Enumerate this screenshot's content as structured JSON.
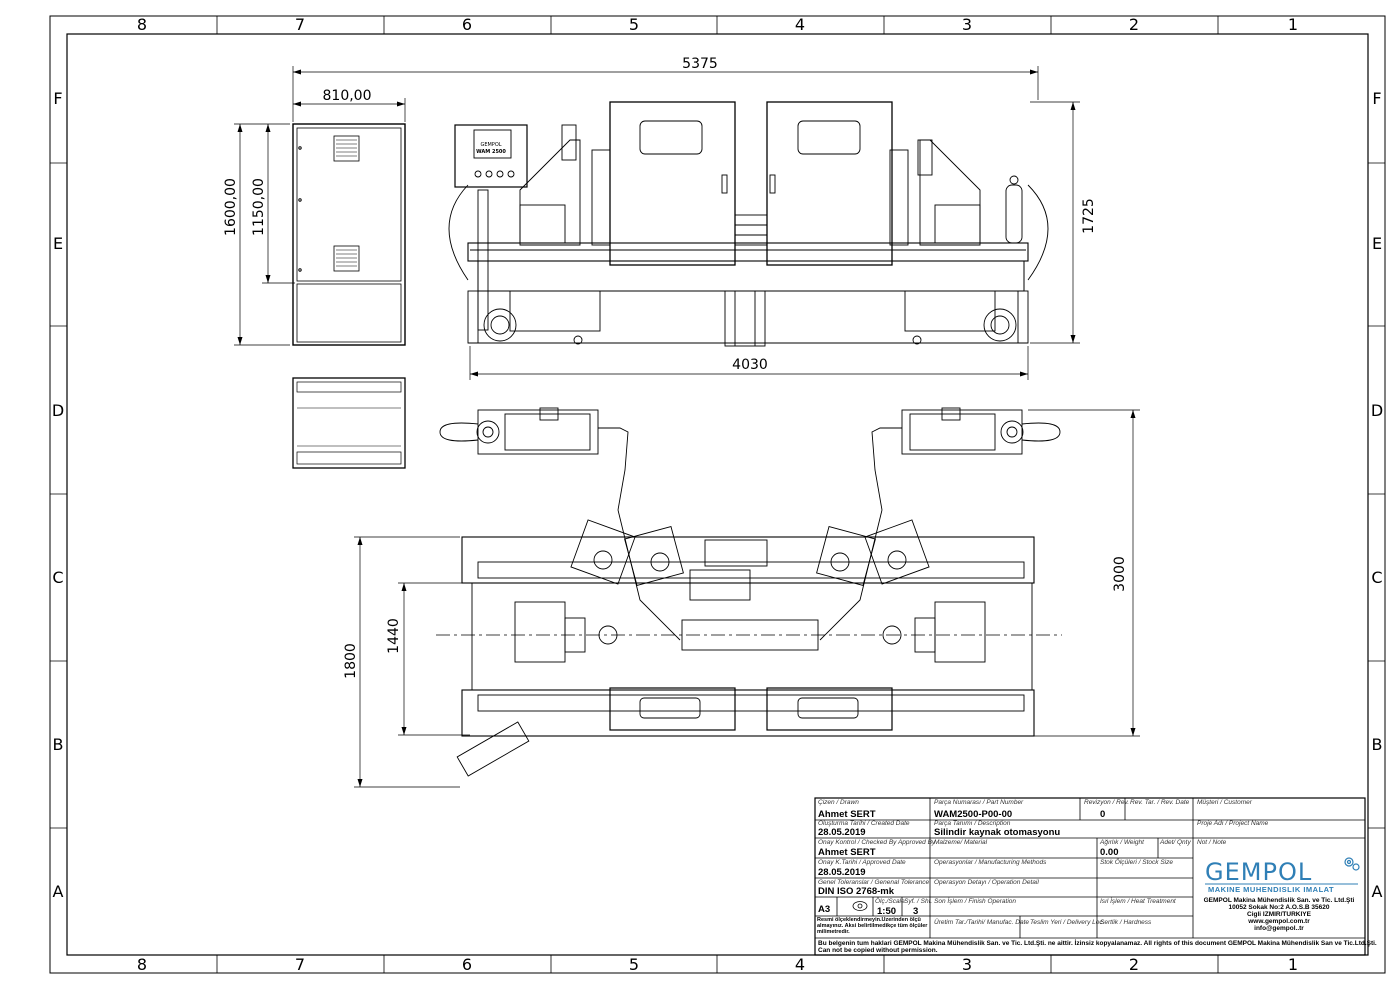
{
  "zones": {
    "cols": [
      "8",
      "7",
      "6",
      "5",
      "4",
      "3",
      "2",
      "1"
    ],
    "rows": [
      "F",
      "E",
      "D",
      "C",
      "B",
      "A"
    ]
  },
  "dimensions": {
    "overall_length": "5375",
    "cabinet_width": "810,00",
    "cabinet_height": "1600,00",
    "cabinet_inner_height": "1150,00",
    "machine_height": "1725",
    "base_length": "4030",
    "plan_depth": "3000",
    "plan_outer": "1800",
    "plan_inner": "1440"
  },
  "panel": {
    "brand": "GEMPOL",
    "model": "WAM 2500"
  },
  "title_block": {
    "drawn_label": "Çizen / Drawn",
    "drawn_value": "Ahmet SERT",
    "created_label": "Oluşturma Tarihi / Created Date",
    "created_value": "28.05.2019",
    "checked_label": "Onay Kontrol / Checked By Approved By",
    "checked_value": "Ahmet SERT",
    "approved_date_label": "Onay K.Tarihi / Approved Date",
    "approved_date_value": "28.05.2019",
    "tolerance_label": "Genel Toleranslar / Genenal Tolerance",
    "tolerance_value": "DIN ISO 2768-mk",
    "paper_size": "A3",
    "scale_label": "Ölç./Scale",
    "scale_value": "1:50",
    "sheet_label": "Syf. / Sht.",
    "sheet_value": "3",
    "note_label": "Resmi ölçeklendirmeyin.Üzerinden ölçü almayınız. Aksi belirtilmedikçe tüm ölçüler milimetredir.",
    "part_no_label": "Parça Numarası / Part Number",
    "part_no_value": "WAM2500-P00-00",
    "revision_label": "Revizyon / Rev.",
    "revision_value": "0",
    "rev_date_label": "Rev. Tar. / Rev. Date",
    "customer_label": "Müşteri / Customer",
    "description_label": "Parça Tanımı / Description",
    "description_value": "Silindir kaynak otomasyonu",
    "project_label": "Proje Adı / Project Name",
    "material_label": "Malzeme/ Material",
    "weight_label": "Ağırlık / Weight",
    "weight_value": "0.00",
    "qty_label": "Adet/ Qnty",
    "note2_label": "Not / Note",
    "manufacturing_label": "Operasyonlar / Manufacturing Methods",
    "stock_label": "Stok Ölçüleri / Stock Size",
    "operation_label": "Operasyon Detayı / Operation Detail",
    "heat_label": "Isıl İşlem / Heat Treatment",
    "finish_label": "Son İşlem / Finish Operation",
    "hardness_label": "Sertlik / Hardness",
    "manuf_date_label": "Üretim Tar./Tarihi/ Manufac. Date",
    "delivery_label": "Teslim Yeri / Delivery Loc.",
    "company_name": "GEMPOL Makina Mühendislik San. ve Tic. Ltd.Şti",
    "company_addr1": "10052 Sokak No:2 A.O.S.B 35620",
    "company_addr2": "Cigli   IZMIR/TURKIYE",
    "company_web": "www.gempol.com.tr",
    "company_mail": "info@gempol..tr",
    "logo_text": "GEMPOL",
    "logo_sub": "MAKINE MUHENDISLIK IMALAT",
    "footer_tr": "Bu belgenin tum haklari GEMPOL Makina Mühendislik San. ve Tic. Ltd.Şti. ne aittir. İzinsiz kopyalanamaz. All rights of this document GEMPOL Makina Mühendislik San ve Tic.Ltd.Şti.",
    "footer_en": "Can not be copied without permission."
  }
}
